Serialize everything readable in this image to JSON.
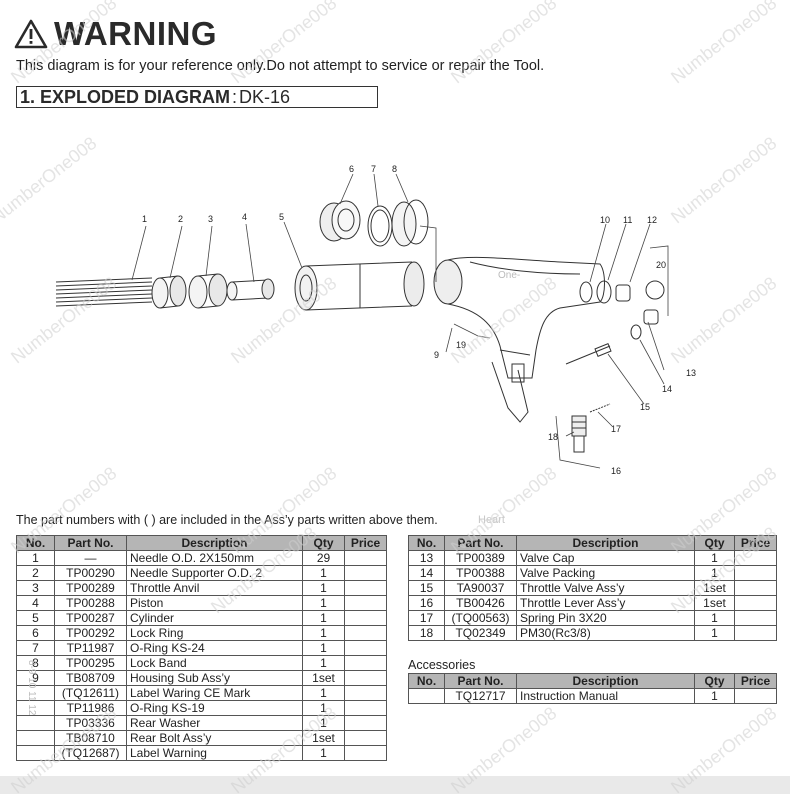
{
  "header": {
    "warning_title": "WARNING",
    "subtitle": "This diagram is for your reference only.Do not attempt to service or repair the Tool.",
    "section_title": "1. EXPLODED DIAGRAM",
    "section_colon": ":",
    "model": "DK-16"
  },
  "diagram": {
    "callouts": [
      "1",
      "2",
      "3",
      "4",
      "5",
      "6",
      "7",
      "8",
      "9",
      "10",
      "11",
      "12",
      "13",
      "14",
      "15",
      "16",
      "17",
      "18",
      "19",
      "20"
    ]
  },
  "note": "The part numbers with (  ) are included in the Ass’y parts written above them.",
  "table_headers": {
    "no": "No.",
    "part_no": "Part No.",
    "description": "Description",
    "qty": "Qty",
    "price": "Price"
  },
  "parts_left": [
    {
      "no": "1",
      "part": "—",
      "desc": "Needle O.D. 2X150mm",
      "qty": "29"
    },
    {
      "no": "2",
      "part": "TP00290",
      "desc": "Needle Supporter O.D. 2",
      "qty": "1"
    },
    {
      "no": "3",
      "part": "TP00289",
      "desc": "Throttle Anvil",
      "qty": "1"
    },
    {
      "no": "4",
      "part": "TP00288",
      "desc": "Piston",
      "qty": "1"
    },
    {
      "no": "5",
      "part": "TP00287",
      "desc": "Cylinder",
      "qty": "1"
    },
    {
      "no": "6",
      "part": "TP00292",
      "desc": "Lock Ring",
      "qty": "1"
    },
    {
      "no": "7",
      "part": "TP11987",
      "desc": "O-Ring KS-24",
      "qty": "1"
    },
    {
      "no": "8",
      "part": "TP00295",
      "desc": "Lock Band",
      "qty": "1"
    },
    {
      "no": "9",
      "part": "TB08709",
      "desc": "Housing Sub Ass’y",
      "qty": "1set"
    },
    {
      "no": "",
      "part": "(TQ12611)",
      "desc": "Label Waring CE Mark",
      "qty": "1"
    },
    {
      "no": "",
      "part": "TP11986",
      "desc": "O-Ring KS-19",
      "qty": "1"
    },
    {
      "no": "",
      "part": "TP03336",
      "desc": "Rear Washer",
      "qty": "1"
    },
    {
      "no": "",
      "part": "TB08710",
      "desc": "Rear Bolt Ass’y",
      "qty": "1set"
    },
    {
      "no": "",
      "part": "(TQ12687)",
      "desc": "Label Warning",
      "qty": "1"
    }
  ],
  "side_labels": [
    "8-9",
    "10",
    "11",
    "12"
  ],
  "parts_right": [
    {
      "no": "13",
      "part": "TP00389",
      "desc": "Valve Cap",
      "qty": "1"
    },
    {
      "no": "14",
      "part": "TP00388",
      "desc": "Valve Packing",
      "qty": "1"
    },
    {
      "no": "15",
      "part": "TA90037",
      "desc": "Throttle Valve Ass’y",
      "qty": "1set"
    },
    {
      "no": "16",
      "part": "TB00426",
      "desc": "Throttle Lever Ass’y",
      "qty": "1set"
    },
    {
      "no": "17",
      "part": "(TQ00563)",
      "desc": "Spring Pin 3X20",
      "qty": "1"
    },
    {
      "no": "18",
      "part": "TQ02349",
      "desc": "PM30(Rc3/8)",
      "qty": "1"
    }
  ],
  "accessories_label": "Accessories",
  "accessories": [
    {
      "no": "",
      "part": "TQ12717",
      "desc": "Instruction Manual",
      "qty": "1"
    }
  ],
  "watermarks": [
    "NumberOne008",
    "NumberOne008",
    "NumberOne008",
    "NumberOne008",
    "NumberOne008",
    "NumberOne008",
    "NumberOne008",
    "NumberOne008",
    "NumberOne008",
    "NumberOne008",
    "NumberOne008",
    "NumberOne008",
    "NumberOne008",
    "NumberOne008",
    "NumberOne008",
    "NumberOne008",
    "NumberOne008",
    "NumberOne008",
    "NumberOne008",
    "NumberOne008"
  ],
  "diagram_watermark": "One-",
  "table_watermark": "Heart"
}
